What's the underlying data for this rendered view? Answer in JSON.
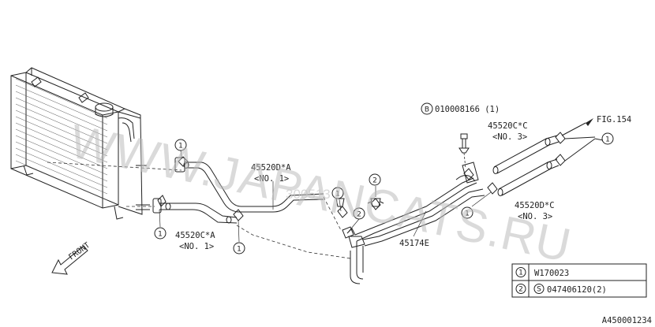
{
  "diagram": {
    "part_labels": [
      {
        "code": "45520D*A",
        "sub": "<NO. 1>"
      },
      {
        "code": "45520C*A",
        "sub": "<NO. 1>"
      },
      {
        "code": "45520C*C",
        "sub": "<NO. 3>"
      },
      {
        "code": "45520D*C",
        "sub": "<NO. 3>"
      },
      {
        "code": "45174E"
      }
    ],
    "bolt_ref": {
      "symbol": "B",
      "text": "010008166 (1)"
    },
    "fig_ref": "FIG.154",
    "front_label": "FRONT",
    "callout_numbers": [
      "1",
      "2"
    ],
    "legend": [
      {
        "num": "1",
        "text": "W170023"
      },
      {
        "num": "2",
        "symbol": "S",
        "text": "047406120(2)"
      }
    ],
    "diagram_id": "A450001234",
    "watermark": "WWW.JAPANCATS.RU",
    "watermark_small": "300513"
  }
}
